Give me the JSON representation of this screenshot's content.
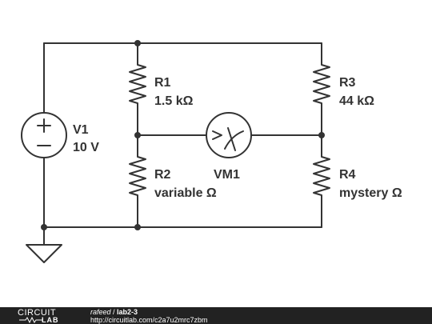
{
  "components": {
    "source": {
      "designator": "V1",
      "value": "10 V"
    },
    "resistors": [
      {
        "designator": "R1",
        "value": "1.5 kΩ"
      },
      {
        "designator": "R2",
        "value": "variable Ω"
      },
      {
        "designator": "R3",
        "value": "44 kΩ"
      },
      {
        "designator": "R4",
        "value": "mystery Ω"
      }
    ],
    "meter": {
      "designator": "VM1"
    }
  },
  "footer": {
    "logo_top": "CIRCUIT",
    "logo_bottom": "LAB",
    "user": "rafeed",
    "separator": " / ",
    "project": "lab2-3",
    "url": "http://circuitlab.com/c2a7u2mrc7zbm"
  },
  "colors": {
    "wire": "#333333",
    "footer_bg": "#222222",
    "footer_text": "#ffffff"
  }
}
